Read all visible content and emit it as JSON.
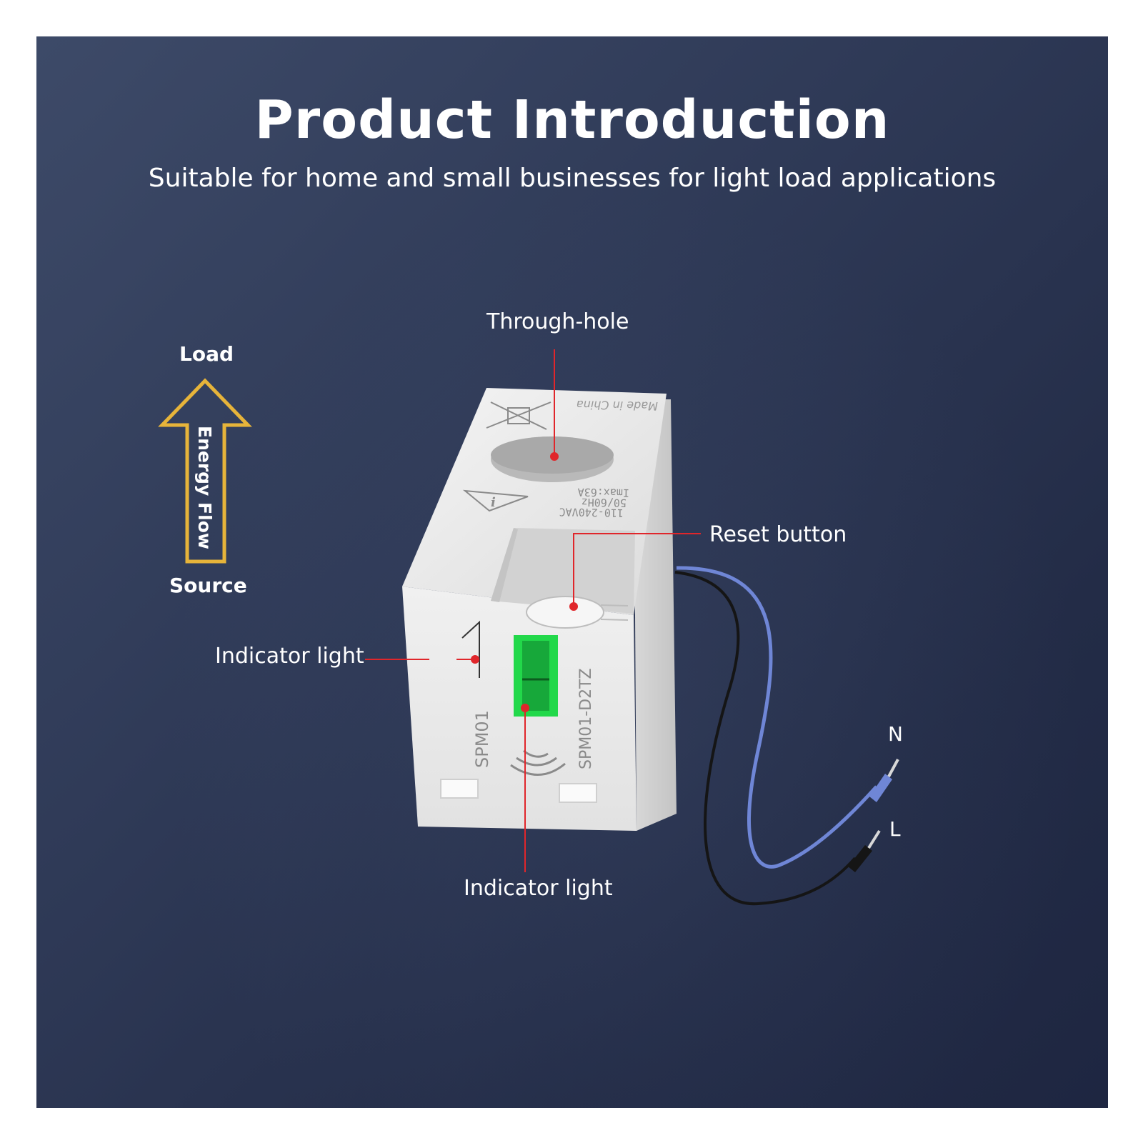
{
  "header": {
    "title": "Product Introduction",
    "subtitle": "Suitable for home and small businesses for light load applications"
  },
  "energy_flow": {
    "top_label": "Load",
    "arrow_text": "Energy Flow",
    "bottom_label": "Source",
    "arrow_color": "#e7b43a"
  },
  "callouts": {
    "through_hole": "Through-hole",
    "reset_button": "Reset button",
    "indicator_light_side": "Indicator light",
    "indicator_light_bottom": "Indicator light",
    "line_color": "#e0262b"
  },
  "device": {
    "made_in": "Made in China",
    "voltage": "110-240VAC",
    "frequency": "50/60Hz",
    "imax": "Imax:63A",
    "model_front": "SPM01",
    "model_side": "SPM01-D2TZ",
    "led_color": "#22d84a"
  },
  "wires": {
    "neutral_label": "N",
    "live_label": "L",
    "neutral_color": "#6f86d6",
    "live_color": "#151515"
  }
}
